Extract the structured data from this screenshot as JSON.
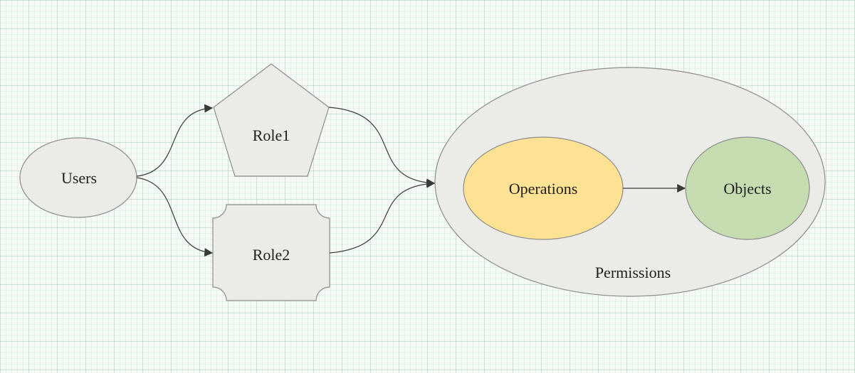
{
  "nodes": {
    "users": {
      "label": "Users"
    },
    "role1": {
      "label": "Role1"
    },
    "role2": {
      "label": "Role2"
    },
    "permissions": {
      "label": "Permissions"
    },
    "operations": {
      "label": "Operations"
    },
    "objects": {
      "label": "Objects"
    }
  },
  "colors": {
    "node_fill": "#ebebe7",
    "node_stroke": "#8c8c8c",
    "operations_fill": "#fde293",
    "objects_fill": "#c4dcb0",
    "edge": "#3a3a3a"
  },
  "edges": [
    {
      "from": "Users",
      "to": "Role1"
    },
    {
      "from": "Users",
      "to": "Role2"
    },
    {
      "from": "Role1",
      "to": "Permissions"
    },
    {
      "from": "Role2",
      "to": "Permissions"
    },
    {
      "from": "Operations",
      "to": "Objects"
    }
  ]
}
